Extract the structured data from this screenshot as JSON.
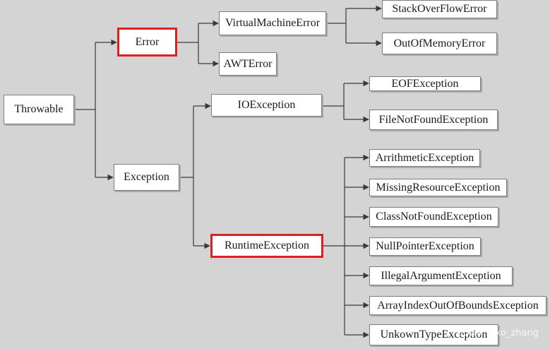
{
  "nodes": {
    "throwable": "Throwable",
    "error": "Error",
    "exception": "Exception",
    "virtual_machine_error": "VirtualMachineError",
    "awt_error": "AWTError",
    "stack_overflow_error": "StackOverFlowError",
    "out_of_memory_error": "OutOfMemoryError",
    "io_exception": "IOException",
    "eof_exception": "EOFException",
    "file_not_found_exception": "FileNotFoundException",
    "runtime_exception": "RuntimeException",
    "arithmetic_exception": "ArrithmeticException",
    "missing_resource_exception": "MissingResourceException",
    "class_not_found_exception": "ClassNotFoundException",
    "null_pointer_exception": "NullPointerException",
    "illegal_argument_exception": "IllegalArgumentException",
    "array_index_out_of_bounds_exception": "ArrayIndexOutOfBoundsException",
    "unknown_type_exception": "UnkownTypeException"
  },
  "highlighted": [
    "error",
    "runtime_exception"
  ],
  "colors": {
    "highlight": "#e02020",
    "line": "#3a3a3a",
    "background": "#d4d4d4"
  },
  "watermark": "CSDN @xo_zhang"
}
